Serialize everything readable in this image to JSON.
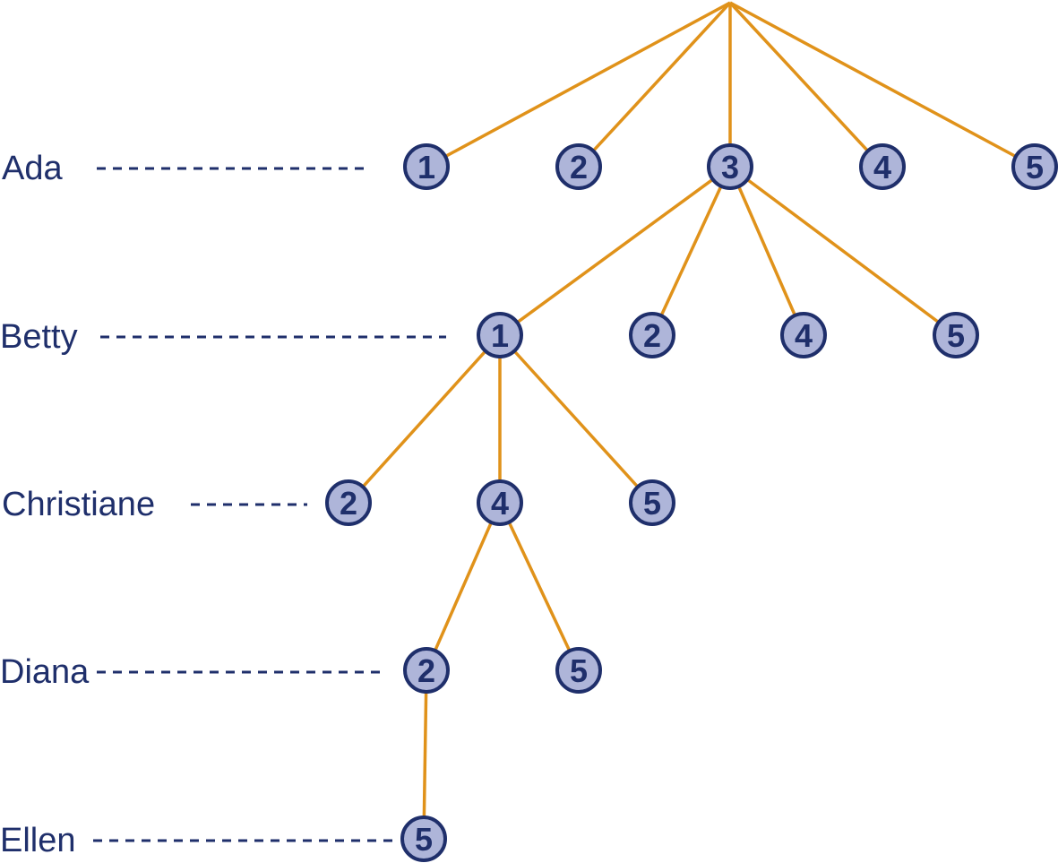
{
  "levels": [
    {
      "label": "Ada"
    },
    {
      "label": "Betty"
    },
    {
      "label": "Christiane"
    },
    {
      "label": "Diana"
    },
    {
      "label": "Ellen"
    }
  ],
  "nodes": [
    {
      "id": "a1",
      "label": "1",
      "level": 0
    },
    {
      "id": "a2",
      "label": "2",
      "level": 0
    },
    {
      "id": "a3",
      "label": "3",
      "level": 0
    },
    {
      "id": "a4",
      "label": "4",
      "level": 0
    },
    {
      "id": "a5",
      "label": "5",
      "level": 0
    },
    {
      "id": "b1",
      "label": "1",
      "level": 1,
      "parent": "a3"
    },
    {
      "id": "b2",
      "label": "2",
      "level": 1,
      "parent": "a3"
    },
    {
      "id": "b4",
      "label": "4",
      "level": 1,
      "parent": "a3"
    },
    {
      "id": "b5",
      "label": "5",
      "level": 1,
      "parent": "a3"
    },
    {
      "id": "c2",
      "label": "2",
      "level": 2,
      "parent": "b1"
    },
    {
      "id": "c4",
      "label": "4",
      "level": 2,
      "parent": "b1"
    },
    {
      "id": "c5",
      "label": "5",
      "level": 2,
      "parent": "b1"
    },
    {
      "id": "d2",
      "label": "2",
      "level": 3,
      "parent": "c4"
    },
    {
      "id": "d5",
      "label": "5",
      "level": 3,
      "parent": "c4"
    },
    {
      "id": "e5",
      "label": "5",
      "level": 4,
      "parent": "d2"
    }
  ],
  "colors": {
    "edge": "#e0921a",
    "node_fill": "#aeb5d9",
    "node_stroke": "#1f2f6b",
    "text": "#1f2f6b"
  }
}
